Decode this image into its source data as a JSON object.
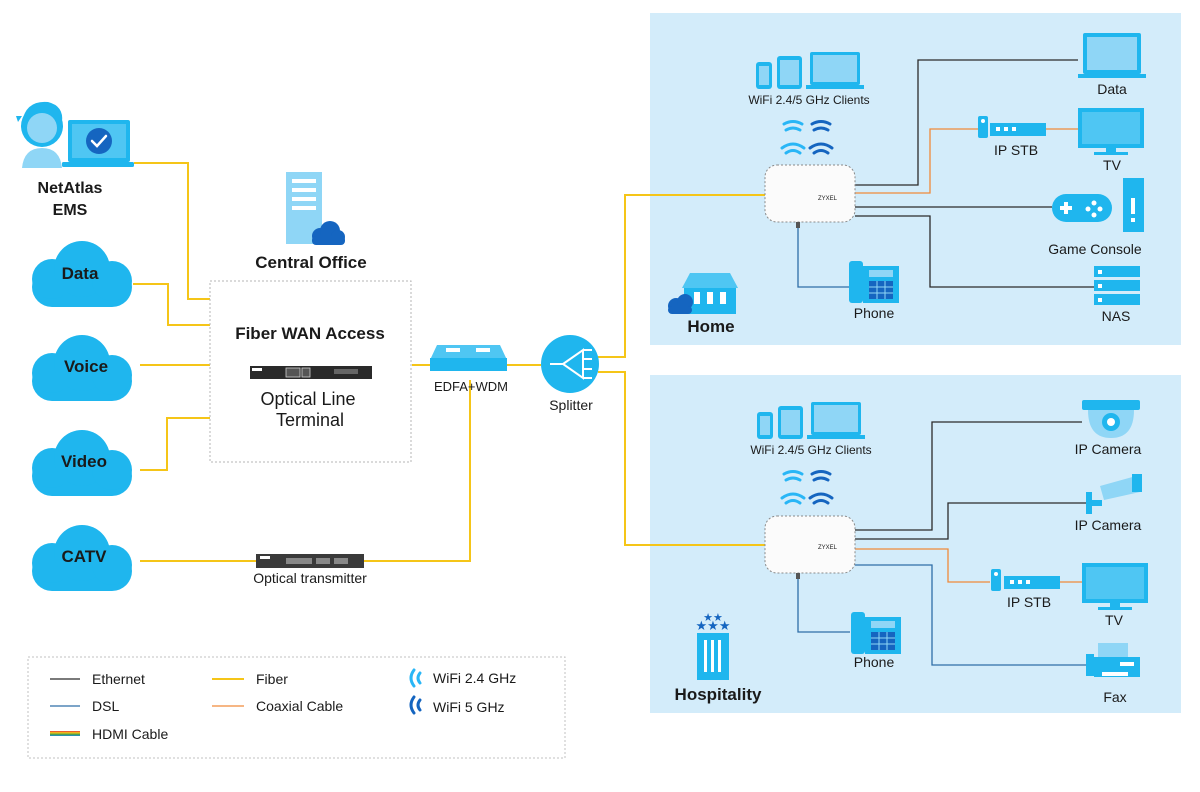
{
  "colors": {
    "fiber": "#f5c518",
    "ethernet": "#2b2b2b",
    "dsl": "#2f6ea8",
    "coax": "#f08a3a",
    "cloud": "#1fb6ee",
    "panel": "#d3ecfa",
    "accent_title": "#1a7fc4",
    "wifi24": "#29b6f6",
    "wifi5": "#1565c0"
  },
  "left": {
    "ems": "NetAtlas EMS",
    "clouds": [
      "Data",
      "Voice",
      "Video",
      "CATV"
    ]
  },
  "central_office": {
    "title": "Central Office",
    "fiber_wan": "Fiber WAN Access",
    "olt_line1": "Optical Line",
    "olt_line2": "Terminal",
    "edfa": "EDFA+WDM",
    "optical_tx": "Optical transmitter",
    "splitter": "Splitter"
  },
  "home": {
    "title": "Home",
    "wifi_clients": "WiFi 2.4/5 GHz Clients",
    "phone": "Phone",
    "devices": [
      "Data",
      "IP STB",
      "TV",
      "Game Console",
      "NAS"
    ]
  },
  "hospitality": {
    "title": "Hospitality",
    "wifi_clients": "WiFi 2.4/5 GHz Clients",
    "phone": "Phone",
    "devices": [
      "IP Camera",
      "IP Camera",
      "IP STB",
      "TV",
      "Fax"
    ]
  },
  "legend": {
    "ethernet": "Ethernet",
    "fiber": "Fiber",
    "wifi24": "WiFi 2.4 GHz",
    "dsl": "DSL",
    "coax": "Coaxial Cable",
    "wifi5": "WiFi 5 GHz",
    "hdmi": "HDMI Cable"
  }
}
